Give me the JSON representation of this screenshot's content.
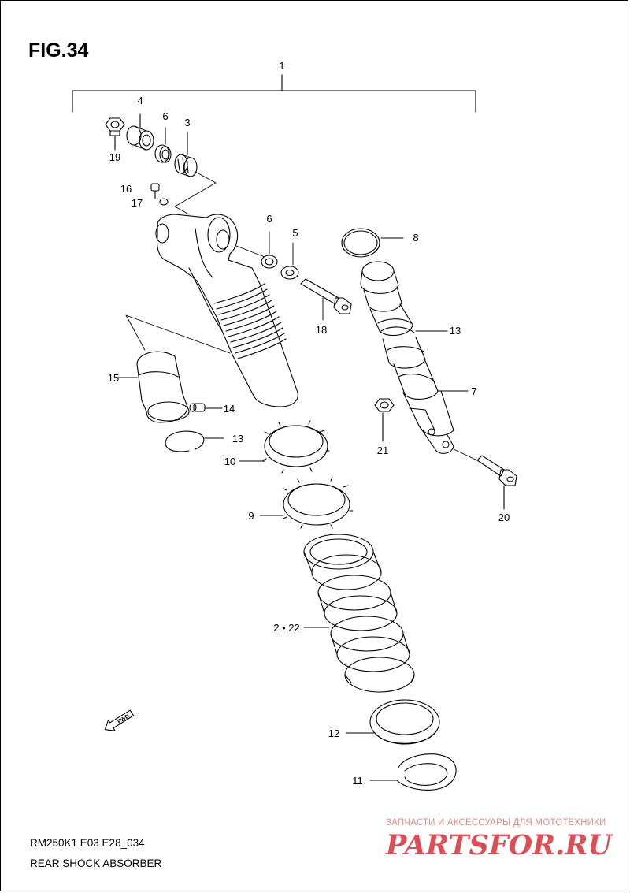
{
  "figure": {
    "title": "FIG.34",
    "model_code": "RM250K1 E03 E28_034",
    "subtitle": "REAR SHOCK ABSORBER"
  },
  "callouts": [
    {
      "id": "c1",
      "label": "1"
    },
    {
      "id": "c4",
      "label": "4"
    },
    {
      "id": "c6a",
      "label": "6"
    },
    {
      "id": "c3",
      "label": "3"
    },
    {
      "id": "c19",
      "label": "19"
    },
    {
      "id": "c16",
      "label": "16"
    },
    {
      "id": "c17",
      "label": "17"
    },
    {
      "id": "c6b",
      "label": "6"
    },
    {
      "id": "c5",
      "label": "5"
    },
    {
      "id": "c8",
      "label": "8"
    },
    {
      "id": "c18",
      "label": "18"
    },
    {
      "id": "c13a",
      "label": "13"
    },
    {
      "id": "c15",
      "label": "15"
    },
    {
      "id": "c7",
      "label": "7"
    },
    {
      "id": "c14",
      "label": "14"
    },
    {
      "id": "c13b",
      "label": "13"
    },
    {
      "id": "c21",
      "label": "21"
    },
    {
      "id": "c10",
      "label": "10"
    },
    {
      "id": "c20",
      "label": "20"
    },
    {
      "id": "c9",
      "label": "9"
    },
    {
      "id": "c2-22",
      "label": "2 • 22"
    },
    {
      "id": "c12",
      "label": "12"
    },
    {
      "id": "c11",
      "label": "11"
    }
  ],
  "fwd_badge": {
    "label": "FWD",
    "icon": "forward-arrow-icon"
  },
  "watermark": {
    "tagline": "ЗАПЧАСТИ И АКСЕССУАРЫ ДЛЯ МОТОТЕХНИКИ",
    "logo": "PARTSFOR.RU",
    "color": "#d4232b"
  }
}
